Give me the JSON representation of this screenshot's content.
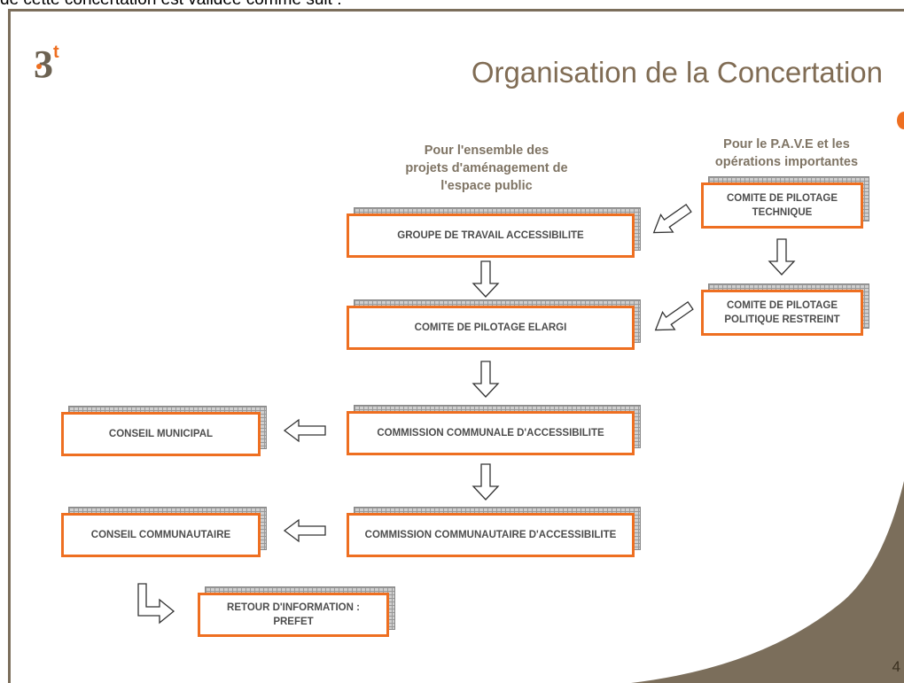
{
  "top_text": "de cette concertation est validée comme suit :",
  "slide": {
    "title": "Organisation de la Concertation",
    "page_number": "4"
  },
  "headings": {
    "left": "Pour l'ensemble des projets d'aménagement de l'espace public",
    "right": "Pour le P.A.V.E et les opérations importantes"
  },
  "boxes": {
    "groupe_travail": "GROUPE DE TRAVAIL ACCESSIBILITE",
    "comite_elargi": "COMITE DE PILOTAGE ELARGI",
    "commission_communale": "COMMISSION COMMUNALE D'ACCESSIBILITE",
    "commission_communautaire": "COMMISSION COMMUNAUTAIRE D'ACCESSIBILITE",
    "conseil_municipal": "CONSEIL MUNICIPAL",
    "conseil_communautaire": "CONSEIL COMMUNAUTAIRE",
    "retour_information": "RETOUR D'INFORMATION : PREFET",
    "comite_technique": "COMITE DE PILOTAGE TECHNIQUE",
    "comite_politique": "COMITE DE PILOTAGE POLITIQUE RESTREINT"
  },
  "colors": {
    "accent_orange": "#ee6f21",
    "brown": "#7b6e5b",
    "title_brown": "#806c54"
  }
}
